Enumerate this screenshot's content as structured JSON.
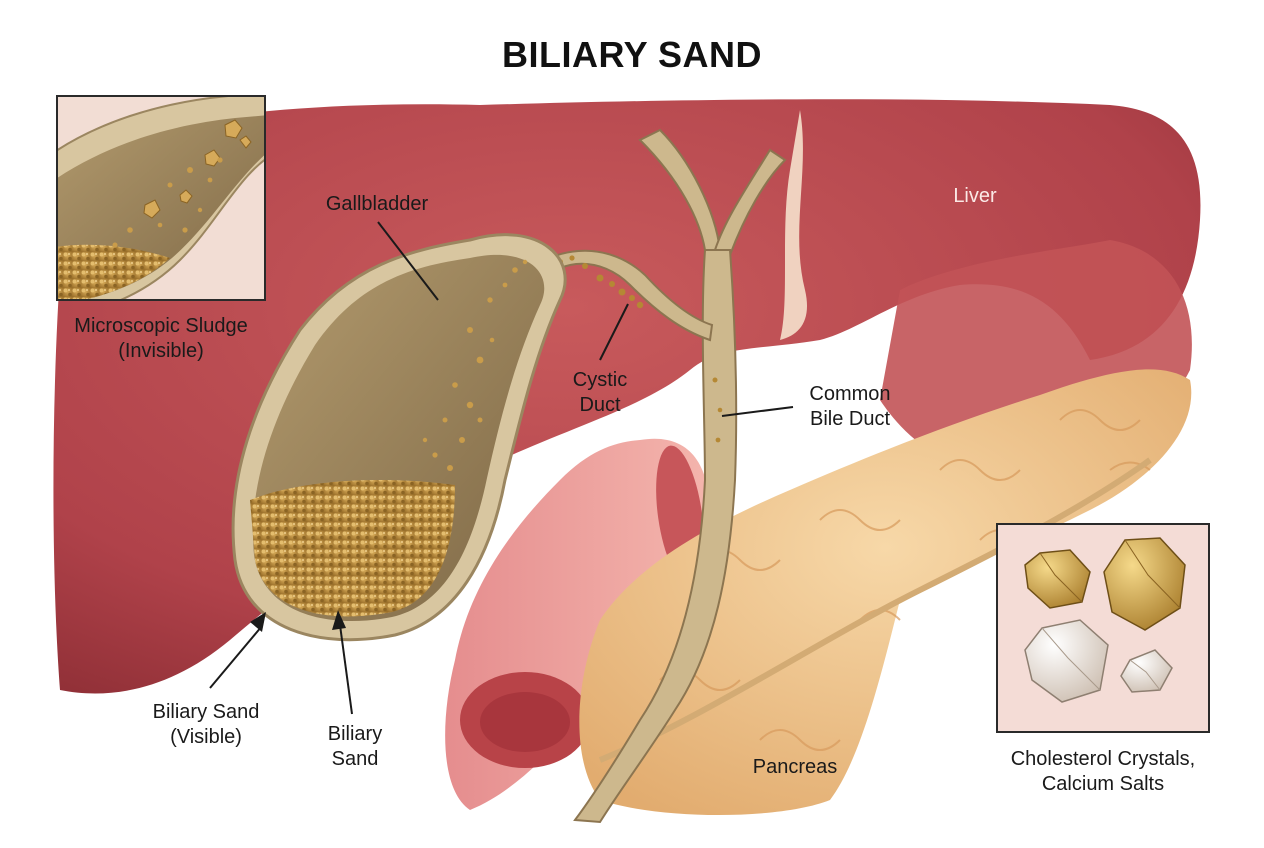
{
  "title": "BILIARY SAND",
  "labels": {
    "liver": "Liver",
    "gallbladder": "Gallbladder",
    "cystic_duct_line1": "Cystic",
    "cystic_duct_line2": "Duct",
    "common_bile_duct_line1": "Common",
    "common_bile_duct_line2": "Bile Duct",
    "pancreas": "Pancreas",
    "biliary_sand_visible_line1": "Biliary Sand",
    "biliary_sand_visible_line2": "(Visible)",
    "biliary_sand_line1": "Biliary",
    "biliary_sand_line2": "Sand"
  },
  "insets": {
    "sludge": {
      "caption_line1": "Microscopic Sludge",
      "caption_line2": "(Invisible)"
    },
    "crystals": {
      "caption_line1": "Cholesterol Crystals,",
      "caption_line2": "Calcium Salts"
    }
  },
  "colors": {
    "liver": "#b5454a",
    "liver_shadow": "#8f2f36",
    "gallbladder_wall": "#c7b18a",
    "bile": "#9c8357",
    "sand": "#c79a48",
    "duodenum": "#e79a98",
    "pancreas": "#f1c890"
  }
}
